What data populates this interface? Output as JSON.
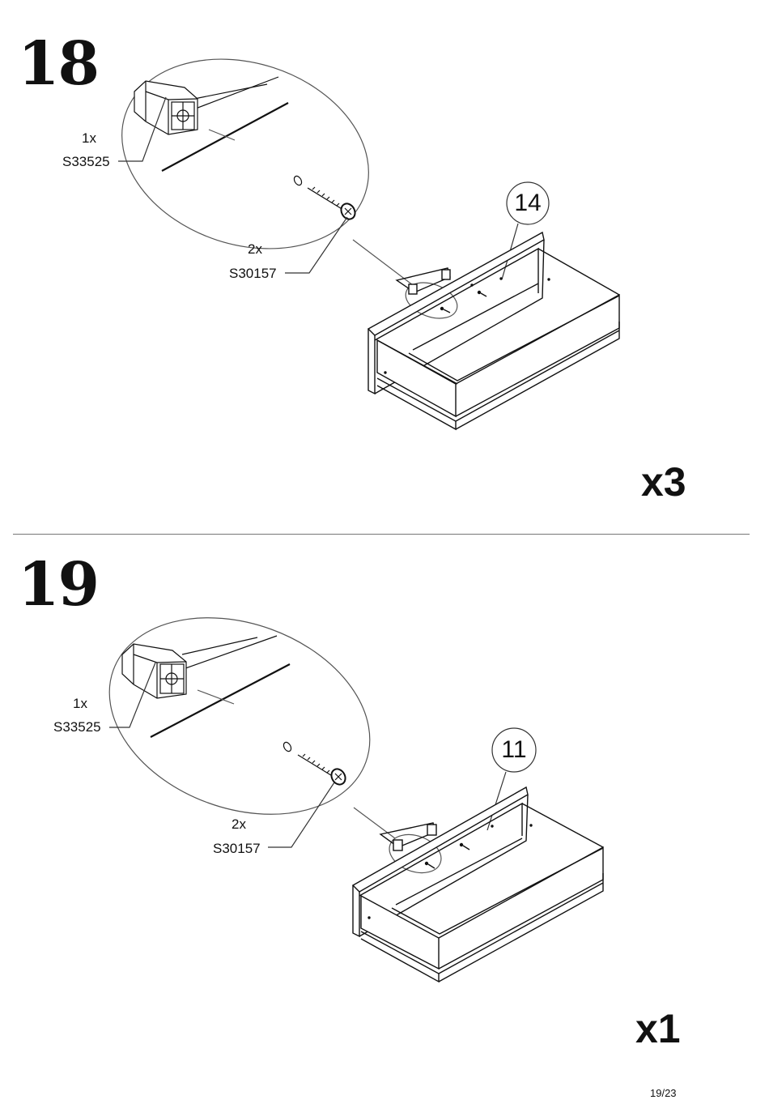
{
  "steps": [
    {
      "number": "18",
      "multiplier": "x3",
      "part_number": "14",
      "parts": [
        {
          "qty": "1x",
          "code": "S33525",
          "icon": "connector-block-icon"
        },
        {
          "qty": "2x",
          "code": "S30157",
          "icon": "screw-icon"
        }
      ]
    },
    {
      "number": "19",
      "multiplier": "x1",
      "part_number": "11",
      "parts": [
        {
          "qty": "1x",
          "code": "S33525",
          "icon": "connector-block-icon"
        },
        {
          "qty": "2x",
          "code": "S30157",
          "icon": "screw-icon"
        }
      ]
    }
  ],
  "footer": {
    "page": "19/23"
  }
}
